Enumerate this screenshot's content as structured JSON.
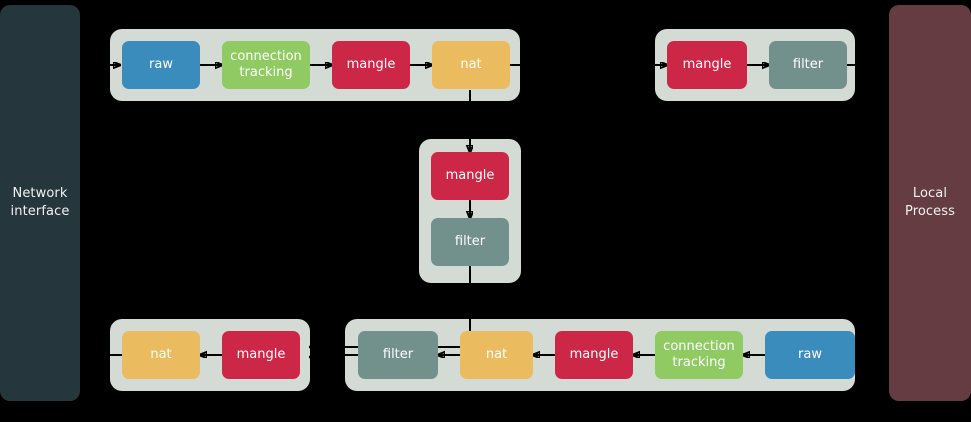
{
  "diagram": {
    "title": "Netfilter packet flow",
    "background": "#000000"
  },
  "endpoints": {
    "left": {
      "name": "network-interface",
      "label": "Network\ninterface",
      "line1": "Network",
      "line2": "interface",
      "color": "#25363d"
    },
    "right": {
      "name": "local-process",
      "label": "Local\nProcess",
      "line1": "Local",
      "line2": "Process",
      "color": "#653c41"
    }
  },
  "palette": {
    "raw": "#3a8cbd",
    "connection_tracking": "#8fca62",
    "mangle": "#cc2747",
    "nat": "#eabc5f",
    "filter": "#72918c",
    "group": "#d4dad4",
    "arrow": "#000000",
    "text_on_node": "#ffffff"
  },
  "groups": [
    {
      "id": "prerouting",
      "name": "chain-group-prerouting",
      "nodes": [
        {
          "id": "pre-raw",
          "label": "raw",
          "kind": "raw"
        },
        {
          "id": "pre-ct",
          "label": "connection\ntracking",
          "kind": "connection_tracking",
          "line1": "connection",
          "line2": "tracking"
        },
        {
          "id": "pre-mangle",
          "label": "mangle",
          "kind": "mangle"
        },
        {
          "id": "pre-nat",
          "label": "nat",
          "kind": "nat"
        }
      ]
    },
    {
      "id": "input",
      "name": "chain-group-input",
      "nodes": [
        {
          "id": "in-mangle",
          "label": "mangle",
          "kind": "mangle"
        },
        {
          "id": "in-filter",
          "label": "filter",
          "kind": "filter"
        }
      ]
    },
    {
      "id": "forward",
      "name": "chain-group-forward",
      "nodes": [
        {
          "id": "fwd-mangle",
          "label": "mangle",
          "kind": "mangle"
        },
        {
          "id": "fwd-filter",
          "label": "filter",
          "kind": "filter"
        }
      ]
    },
    {
      "id": "postrouting",
      "name": "chain-group-postrouting",
      "nodes": [
        {
          "id": "post-nat",
          "label": "nat",
          "kind": "nat"
        },
        {
          "id": "post-mangle",
          "label": "mangle",
          "kind": "mangle"
        }
      ]
    },
    {
      "id": "output",
      "name": "chain-group-output",
      "nodes": [
        {
          "id": "out-filter",
          "label": "filter",
          "kind": "filter"
        },
        {
          "id": "out-nat",
          "label": "nat",
          "kind": "nat"
        },
        {
          "id": "out-mangle",
          "label": "mangle",
          "kind": "mangle"
        },
        {
          "id": "out-ct",
          "label": "connection\ntracking",
          "kind": "connection_tracking",
          "line1": "connection",
          "line2": "tracking"
        },
        {
          "id": "out-raw",
          "label": "raw",
          "kind": "raw"
        }
      ]
    }
  ],
  "labels": {
    "pre_raw": "raw",
    "pre_ct_line1": "connection",
    "pre_ct_line2": "tracking",
    "pre_mangle": "mangle",
    "pre_nat": "nat",
    "in_mangle": "mangle",
    "in_filter": "filter",
    "fwd_mangle": "mangle",
    "fwd_filter": "filter",
    "post_nat": "nat",
    "post_mangle": "mangle",
    "out_filter": "filter",
    "out_nat": "nat",
    "out_mangle": "mangle",
    "out_ct_line1": "connection",
    "out_ct_line2": "tracking",
    "out_raw": "raw",
    "net_line1": "Network",
    "net_line2": "interface",
    "local_line1": "Local",
    "local_line2": "Process"
  },
  "flows": [
    {
      "from": "network-interface",
      "to": "pre-raw",
      "direction": "right"
    },
    {
      "from": "pre-raw",
      "to": "pre-ct",
      "direction": "right"
    },
    {
      "from": "pre-ct",
      "to": "pre-mangle",
      "direction": "right"
    },
    {
      "from": "pre-mangle",
      "to": "pre-nat",
      "direction": "right"
    },
    {
      "from": "pre-nat",
      "to": "in-mangle",
      "direction": "right"
    },
    {
      "from": "in-mangle",
      "to": "in-filter",
      "direction": "right"
    },
    {
      "from": "in-filter",
      "to": "local-process",
      "direction": "right"
    },
    {
      "from": "pre-nat",
      "to": "fwd-mangle",
      "direction": "down"
    },
    {
      "from": "fwd-mangle",
      "to": "fwd-filter",
      "direction": "down"
    },
    {
      "from": "fwd-filter",
      "to": "post-mangle",
      "direction": "down-left"
    },
    {
      "from": "local-process",
      "to": "out-raw",
      "direction": "left"
    },
    {
      "from": "out-raw",
      "to": "out-ct",
      "direction": "left"
    },
    {
      "from": "out-ct",
      "to": "out-mangle",
      "direction": "left"
    },
    {
      "from": "out-mangle",
      "to": "out-nat",
      "direction": "left"
    },
    {
      "from": "out-nat",
      "to": "out-filter",
      "direction": "left"
    },
    {
      "from": "out-filter",
      "to": "post-mangle",
      "direction": "left"
    },
    {
      "from": "post-mangle",
      "to": "post-nat",
      "direction": "left"
    },
    {
      "from": "post-nat",
      "to": "network-interface",
      "direction": "left"
    }
  ]
}
